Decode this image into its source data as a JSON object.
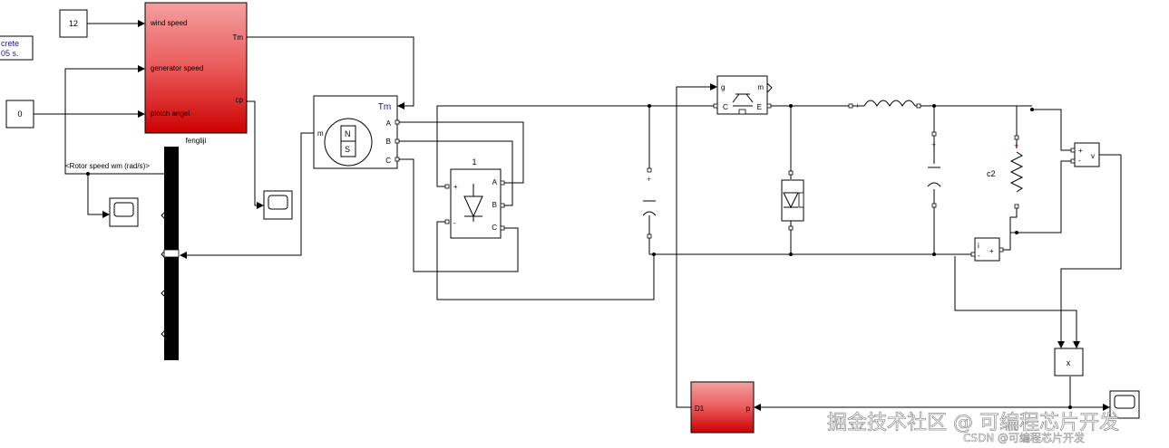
{
  "powergui": {
    "line1": "crete",
    "line2": "05 s."
  },
  "constants": {
    "wind_speed_value": "12",
    "pitch_value": "0"
  },
  "turbine": {
    "name": "fengliji",
    "in_wind": "wind speed",
    "in_gen_speed": "generator  speed",
    "in_pitch": "piotch angel",
    "out_tm": "Tm",
    "out_cp": "cp"
  },
  "bus_selector_label": "<Rotor speed wm (rad/s)>",
  "generator": {
    "in_tm": "Tm",
    "out_m": "m",
    "port_a": "A",
    "port_b": "B",
    "port_c": "C"
  },
  "rectifier": {
    "name": "1",
    "plus": "+",
    "minus": "-",
    "port_a": "A",
    "port_b": "B",
    "port_c": "C"
  },
  "igbt": {
    "port_g": "g",
    "port_m": "m",
    "port_c": "C",
    "port_e": "E"
  },
  "resistor_label": "c2",
  "voltmeter": {
    "plus": "+",
    "minus": "-",
    "out": "v"
  },
  "ammeter": {
    "in": "i",
    "plus": "+",
    "minus": "-"
  },
  "product_label": "x",
  "controller": {
    "left": "D1",
    "right": "p"
  },
  "watermark": {
    "main": "掘金技术社区 @ 可编程芯片开发",
    "sub": "CSDN @可编程芯片开发"
  },
  "colors": {
    "block_red_top": "#f4a0a0",
    "block_red_bottom": "#cc0000",
    "line": "#000000",
    "port_label": "#1a1a8c"
  }
}
